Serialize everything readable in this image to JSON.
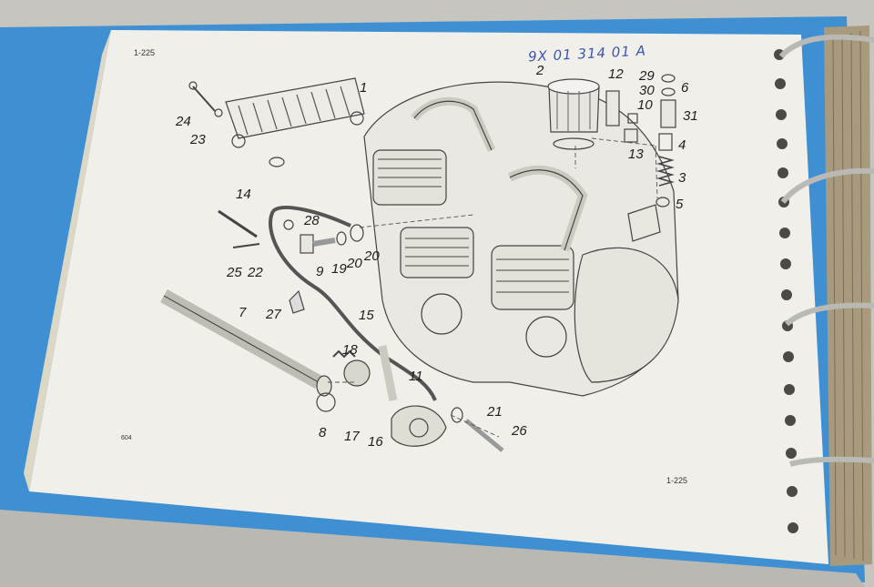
{
  "page": {
    "number_top": "1-225",
    "number_bottom": "1-225",
    "small_code": "604",
    "handwritten_note": "9X 01 314 01 A"
  },
  "callouts": {
    "c1": "1",
    "c2": "2",
    "c3": "3",
    "c4": "4",
    "c5": "5",
    "c6": "6",
    "c7": "7",
    "c8": "8",
    "c9": "9",
    "c10": "10",
    "c11": "11",
    "c12": "12",
    "c13": "13",
    "c14": "14",
    "c15": "15",
    "c16": "16",
    "c17": "17",
    "c18": "18",
    "c19": "19",
    "c20a": "20",
    "c20b": "20",
    "c21": "21",
    "c22": "22",
    "c23": "23",
    "c24": "24",
    "c25": "25",
    "c26": "26",
    "c27": "27",
    "c28": "28",
    "c29": "29",
    "c30": "30",
    "c31": "31"
  },
  "colors": {
    "folder": "#3d8fd0",
    "paper": "#f1efea",
    "ink": "#1e1e1e",
    "ring": "#b8b8b4",
    "pen": "#3a55b8"
  }
}
